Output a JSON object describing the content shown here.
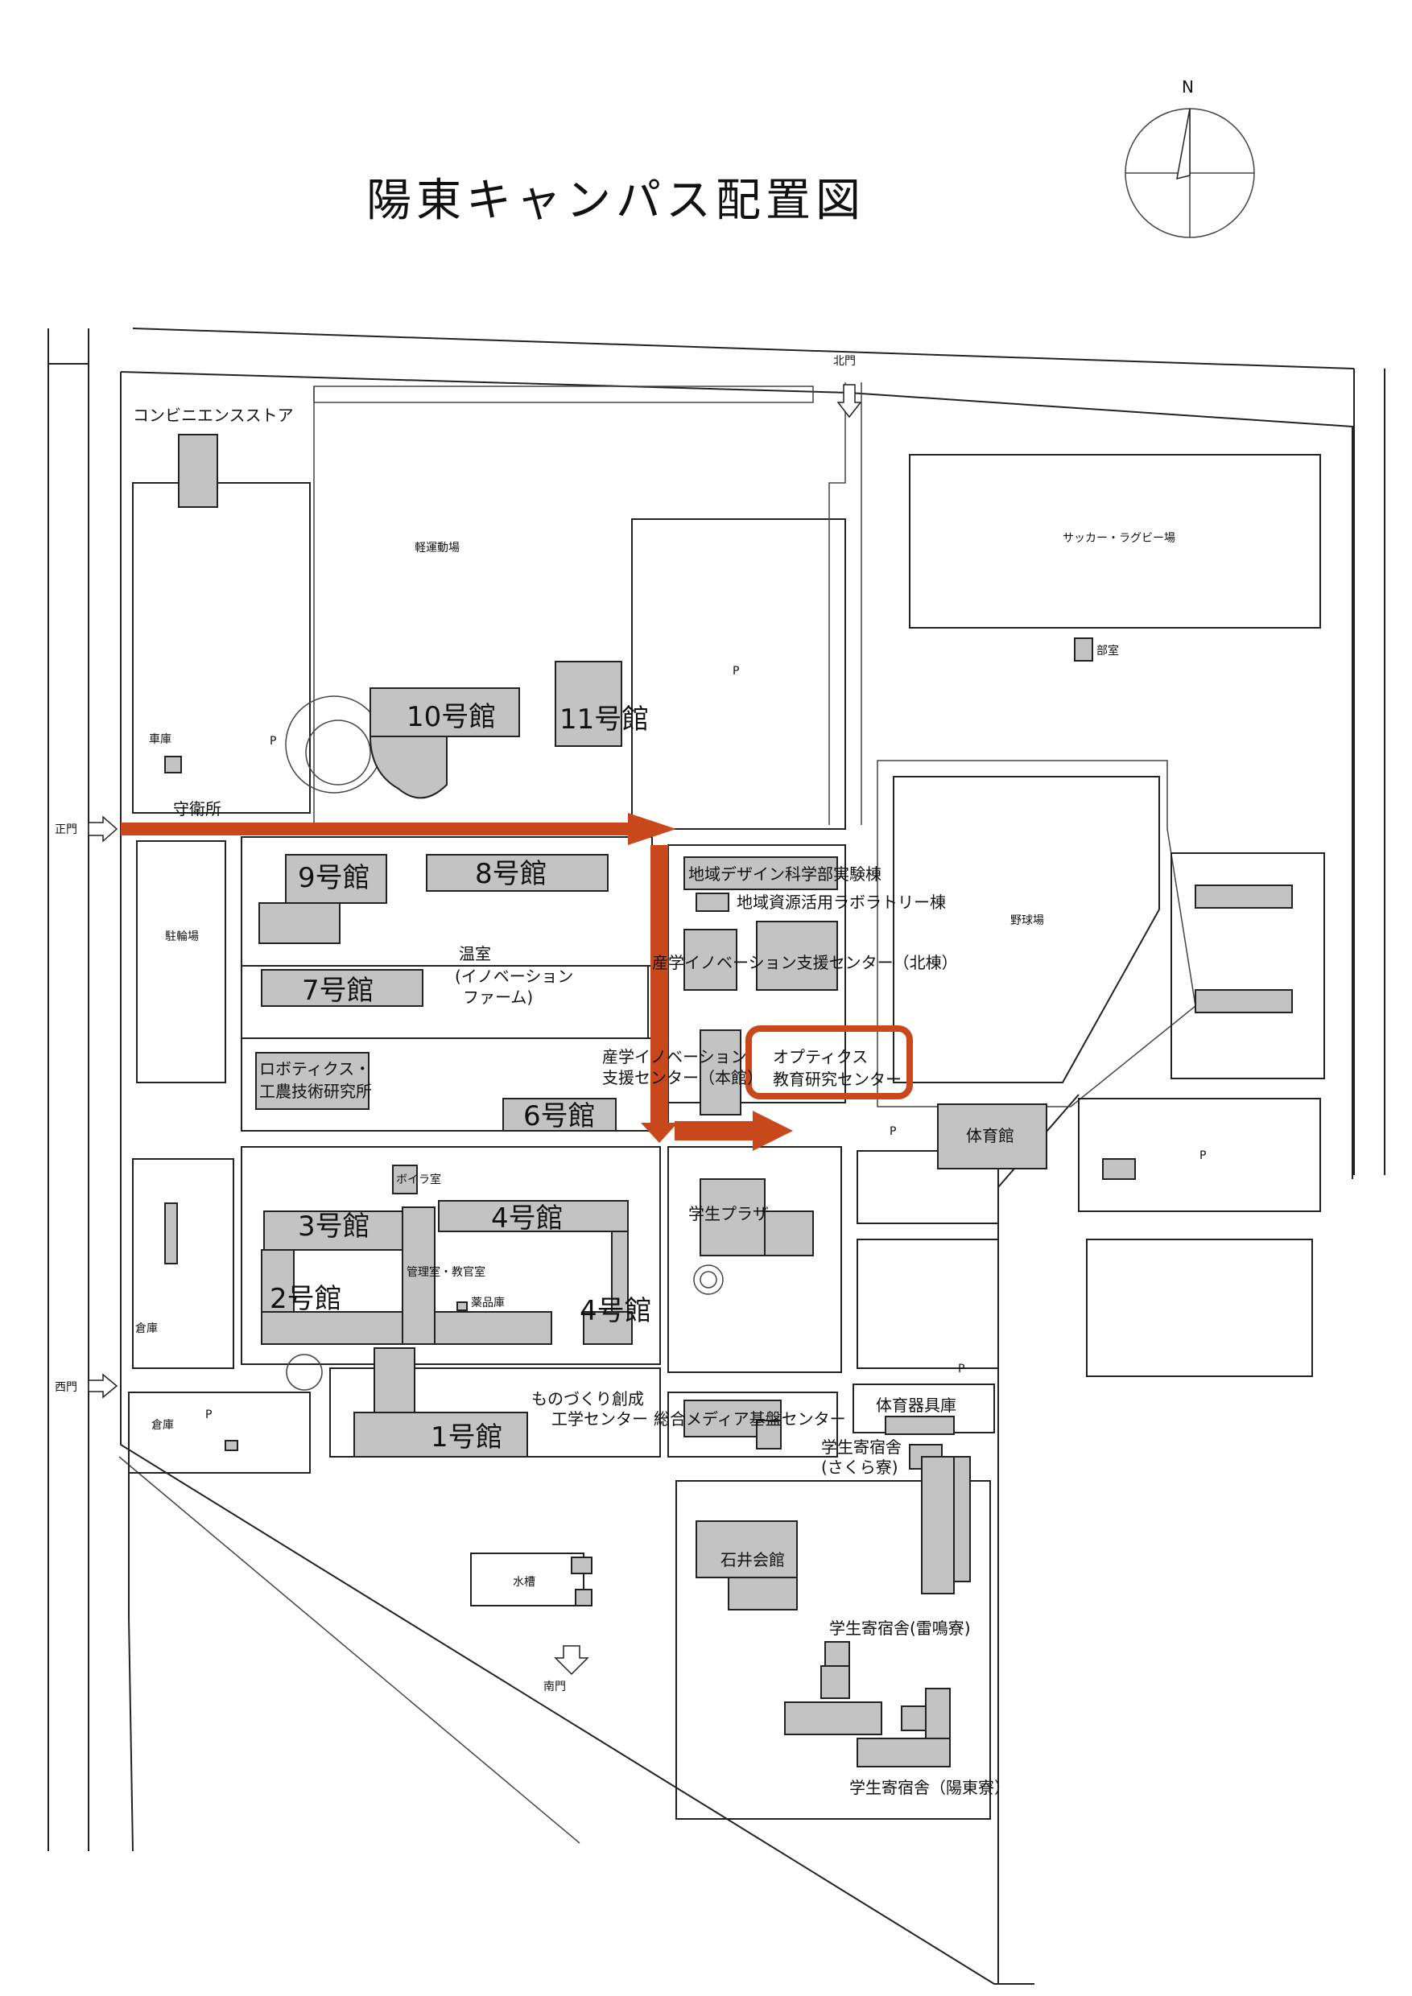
{
  "title": "陽東キャンパス配置図",
  "compass": "N",
  "gates": {
    "north": "北門",
    "main": "正門",
    "west": "西門",
    "south": "南門"
  },
  "buildings": {
    "b1": "1号館",
    "b2": "2号館",
    "b3": "3号館",
    "b4a": "4号館",
    "b4b": "4号館",
    "b6": "6号館",
    "b7": "7号館",
    "b8": "8号館",
    "b9": "9号館",
    "b10": "10号館",
    "b11": "11号館",
    "gym": "体育館",
    "plaza": "学生プラザ",
    "ishii": "石井会館",
    "gym_storage": "体育器具庫",
    "boiler": "ボイラ室",
    "admin": "管理室・教官室",
    "chem": "薬品庫",
    "water_tank": "水槽",
    "bukan": "部室"
  },
  "labels": {
    "conv_store": "コンビニエンスストア",
    "light_field": "軽運動場",
    "soccer": "サッカー・ラグビー場",
    "baseball": "野球場",
    "parking": "P",
    "shako": "車庫",
    "guard": "守衛所",
    "bicycle": "駐輪場",
    "souko1": "倉庫",
    "souko2": "倉庫",
    "region_design": "地域デザイン科学部実験棟",
    "region_lab": "地域資源活用ラボラトリー棟",
    "sangaku_north": "産学イノベーション支援センター（北棟）",
    "onshitsu_1": "温室",
    "onshitsu_2": "(イノベーション",
    "onshitsu_3": "ファーム)",
    "sangaku_main_1": "産学イノベーション",
    "sangaku_main_2": "支援センター（本館）",
    "optics_1": "オプティクス",
    "optics_2": "教育研究センター",
    "robotics_1": "ロボティクス・",
    "robotics_2": "工農技術研究所",
    "monozukuri_1": "ものづくり創成",
    "monozukuri_2": "工学センター",
    "media": "総合メディア基盤センター",
    "sakura_1": "学生寄宿舎",
    "sakura_2": "(さくら寮)",
    "raimei": "学生寄宿舎(雷鳴寮)",
    "youtou": "学生寄宿舎（陽東寮）"
  },
  "colors": {
    "route": "#c8481c",
    "building": "#c3c3c3"
  }
}
